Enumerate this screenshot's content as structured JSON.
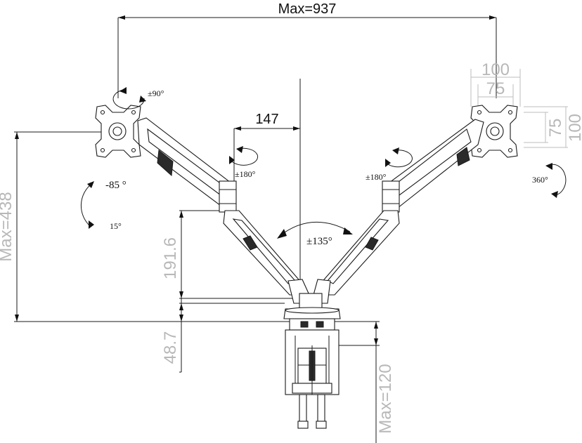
{
  "dimensions": {
    "overall_width": "Max=937",
    "arm_offset": "147",
    "vesa_outer_top": "100",
    "vesa_inner_top": "75",
    "vesa_inner_side": "75",
    "vesa_outer_side": "100",
    "max_height": "Max=438",
    "pole_height": "191.6",
    "base_height": "48.7",
    "clamp_max": "Max=120"
  },
  "angles": {
    "tilt_plate": "±90°",
    "tilt_up": "-85 °",
    "tilt_down": "15°",
    "left_arm_swivel": "±180°",
    "right_arm_swivel": "±180°",
    "base_rotation": "±135°",
    "right_rotation": "360°"
  }
}
